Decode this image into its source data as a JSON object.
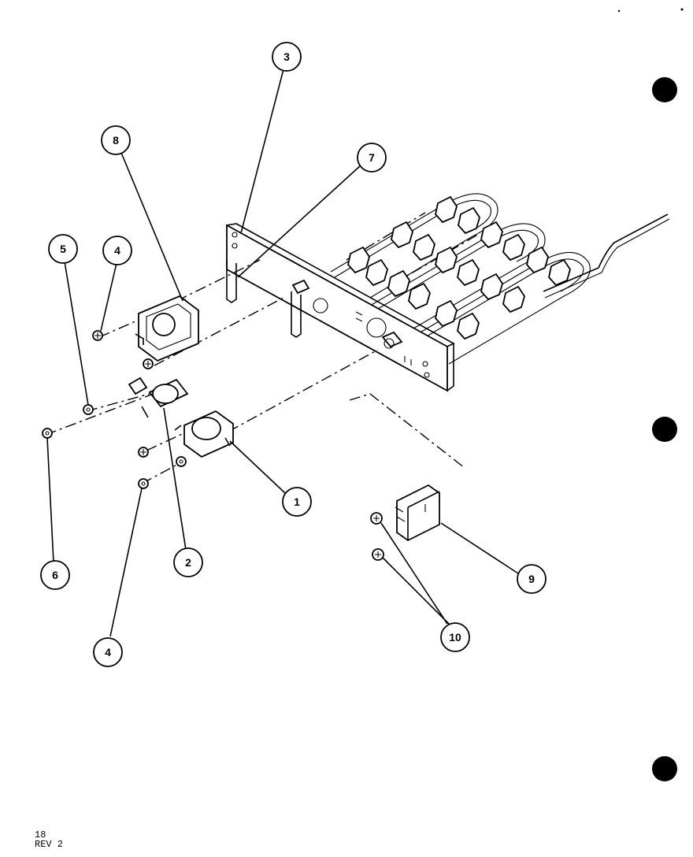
{
  "callouts": [
    {
      "id": "c1",
      "label": "1"
    },
    {
      "id": "c2",
      "label": "2"
    },
    {
      "id": "c3",
      "label": "3"
    },
    {
      "id": "c4a",
      "label": "4"
    },
    {
      "id": "c4b",
      "label": "4"
    },
    {
      "id": "c5",
      "label": "5"
    },
    {
      "id": "c6",
      "label": "6"
    },
    {
      "id": "c7",
      "label": "7"
    },
    {
      "id": "c8",
      "label": "8"
    },
    {
      "id": "c9",
      "label": "9"
    },
    {
      "id": "c10",
      "label": "10"
    }
  ],
  "footer": {
    "page": "18",
    "revision": "REV 2"
  }
}
